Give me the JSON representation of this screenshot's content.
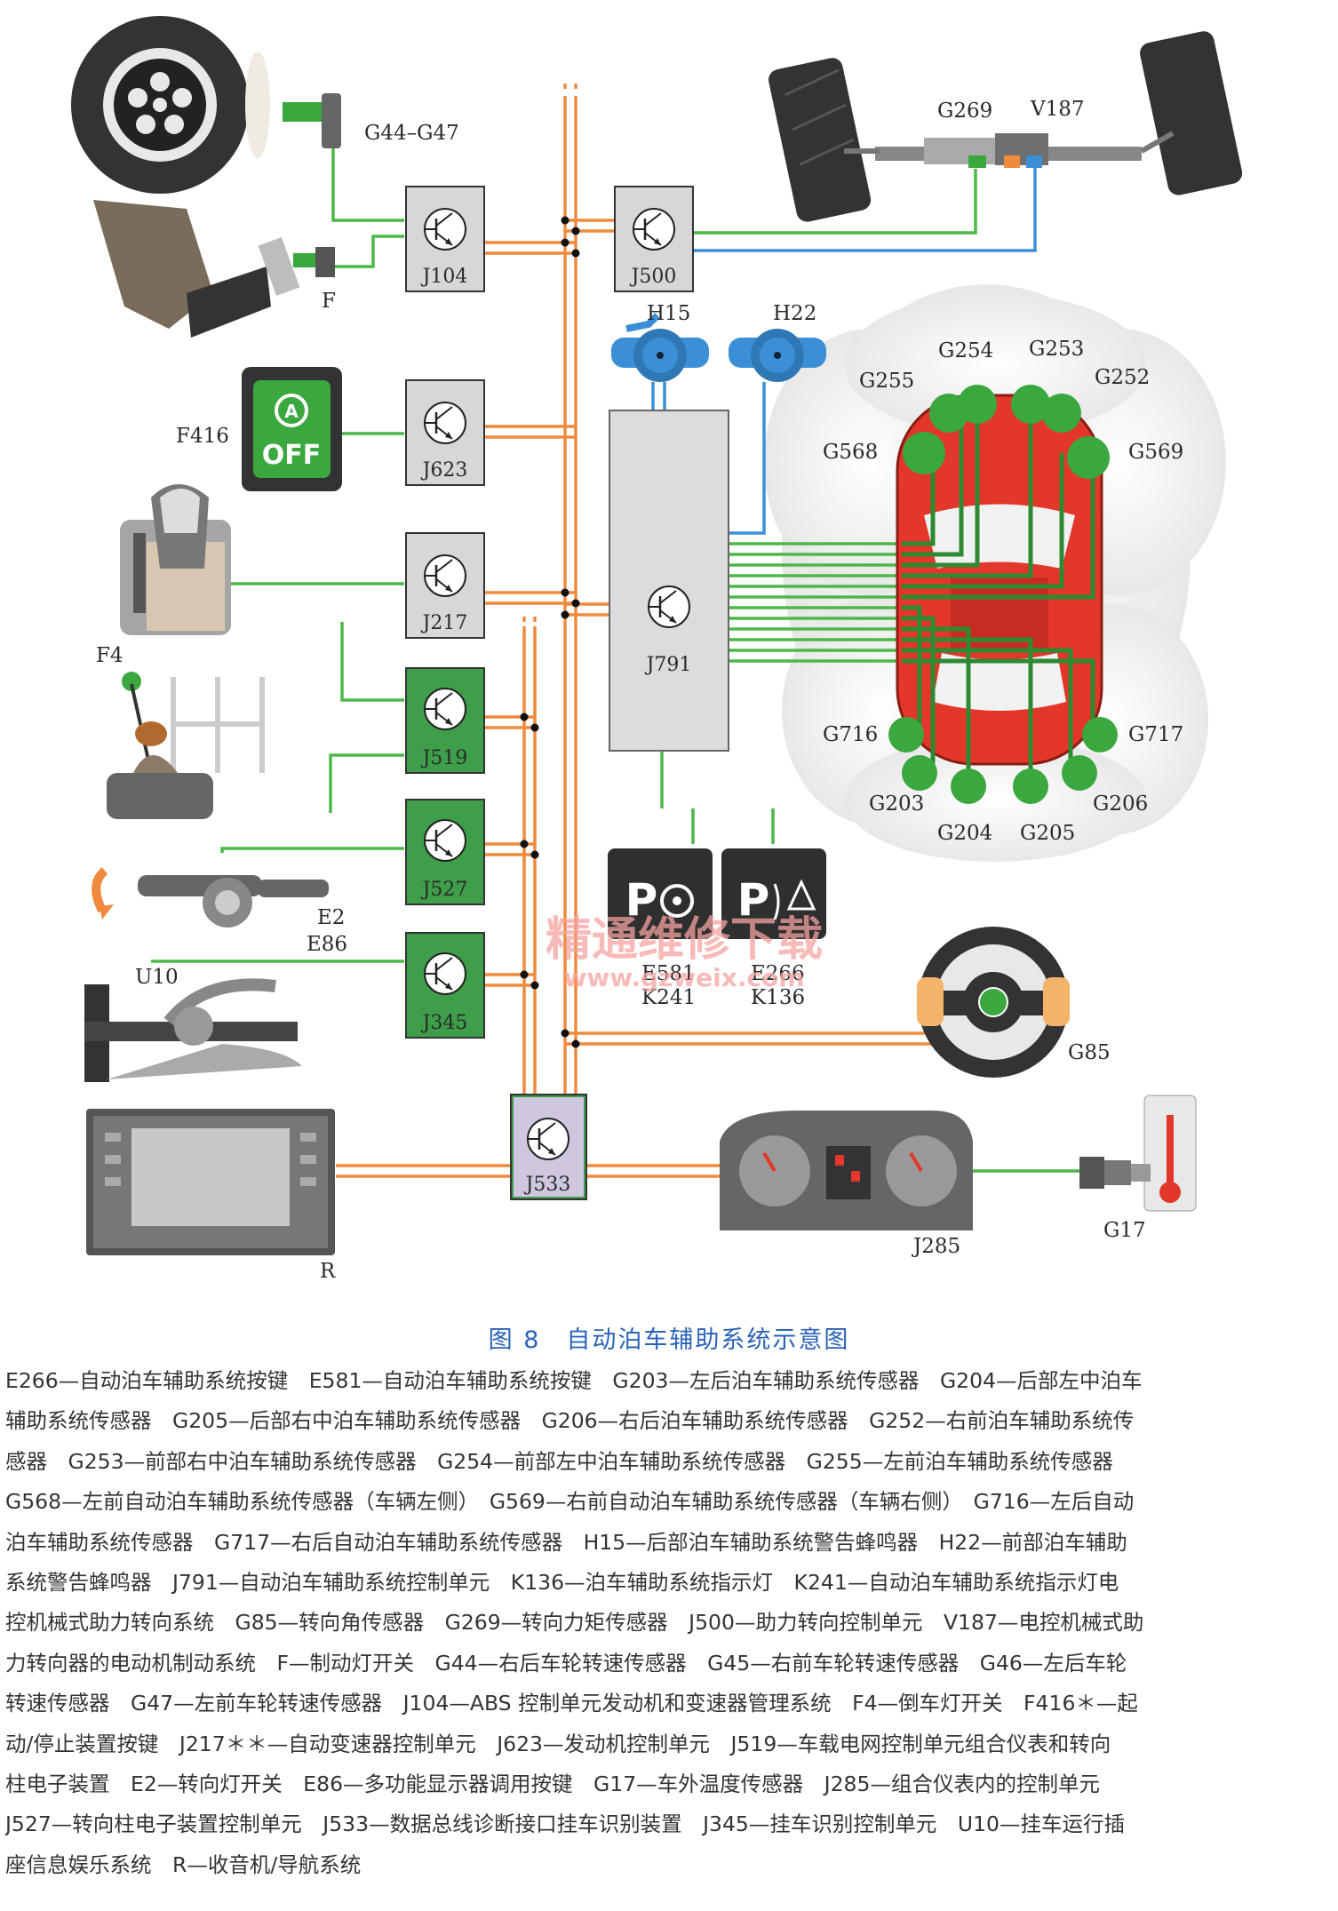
{
  "diagram": {
    "labels": {
      "G44_G47": "G44–G47",
      "F": "F",
      "F416": "F416",
      "F4": "F4",
      "E2": "E2",
      "E86": "E86",
      "U10": "U10",
      "R": "R",
      "G269": "G269",
      "V187": "V187",
      "H15": "H15",
      "H22": "H22",
      "G254": "G254",
      "G253": "G253",
      "G255": "G255",
      "G252": "G252",
      "G568": "G568",
      "G569": "G569",
      "G716": "G716",
      "G717": "G717",
      "G203": "G203",
      "G206": "G206",
      "G204": "G204",
      "G205": "G205",
      "E581": "E581",
      "K241": "K241",
      "E266": "E266",
      "K136": "K136",
      "G85": "G85",
      "J285": "J285",
      "G17": "G17"
    },
    "boxes": {
      "J104": "J104",
      "J500": "J500",
      "J623": "J623",
      "J217": "J217",
      "J791": "J791",
      "J519": "J519",
      "J527": "J527",
      "J345": "J345",
      "J533": "J533"
    },
    "switch_off_text": "OFF",
    "switch_a_text": "A",
    "watermark_cn": "精通维修下载",
    "watermark_url": "www.gzweix.com",
    "colors": {
      "can_bus": "#f08a3e",
      "sensor_wire": "#4cb847",
      "lin_wire": "#3b8fd6",
      "control_unit_grey": "#d9d6d6",
      "control_unit_green": "#3f9e4a",
      "car_body": "#e2372a",
      "sensor_dot": "#3aa83e",
      "caption": "#2b63b8"
    }
  },
  "caption": "图 8　自动泊车辅助系统示意图",
  "legend_lines": [
    "E266—自动泊车辅助系统按键　E581—自动泊车辅助系统按键　G203—左后泊车辅助系统传感器　G204—后部左中泊车",
    "辅助系统传感器　G205—后部右中泊车辅助系统传感器　G206—右后泊车辅助系统传感器　G252—右前泊车辅助系统传",
    "感器　G253—前部右中泊车辅助系统传感器　G254—前部左中泊车辅助系统传感器　G255—左前泊车辅助系统传感器",
    "G568—左前自动泊车辅助系统传感器（车辆左侧）　G569—右前自动泊车辅助系统传感器（车辆右侧）　G716—左后自动",
    "泊车辅助系统传感器　G717—右后自动泊车辅助系统传感器　H15—后部泊车辅助系统警告蜂鸣器　H22—前部泊车辅助",
    "系统警告蜂鸣器　J791—自动泊车辅助系统控制单元　K136—泊车辅助系统指示灯　K241—自动泊车辅助系统指示灯电",
    "控机械式助力转向系统　G85—转向角传感器　G269—转向力矩传感器　J500—助力转向控制单元　V187—电控机械式助",
    "力转向器的电动机制动系统　F—制动灯开关　G44—右后车轮转速传感器　G45—右前车轮转速传感器　G46—左后车轮",
    "转速传感器　G47—左前车轮转速传感器　J104—ABS 控制单元发动机和变速器管理系统　F4—倒车灯开关　F416＊—起",
    "动/停止装置按键　J217＊＊—自动变速器控制单元　J623—发动机控制单元　J519—车载电网控制单元组合仪表和转向",
    "柱电子装置　E2—转向灯开关　E86—多功能显示器调用按键　G17—车外温度传感器　J285—组合仪表内的控制单元",
    "J527—转向柱电子装置控制单元　J533—数据总线诊断接口挂车识别装置　J345—挂车识别控制单元　U10—挂车运行插",
    "座信息娱乐系统　R—收音机/导航系统"
  ]
}
